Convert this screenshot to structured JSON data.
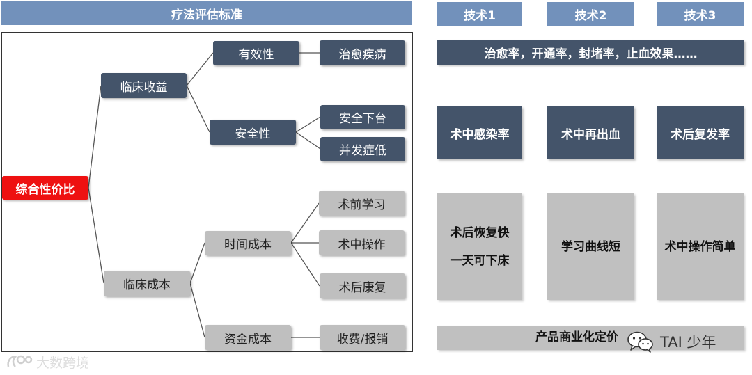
{
  "left_header": "疗法评估标准",
  "tree": {
    "root": "综合性价比",
    "clinical_benefit": {
      "label": "临床收益",
      "efficacy": {
        "label": "有效性",
        "children": [
          "治愈疾病"
        ]
      },
      "safety": {
        "label": "安全性",
        "children": [
          "安全下台",
          "并发症低"
        ]
      }
    },
    "clinical_cost": {
      "label": "临床成本",
      "time_cost": {
        "label": "时间成本",
        "children": [
          "术前学习",
          "术中操作",
          "术后康复"
        ]
      },
      "money_cost": {
        "label": "资金成本",
        "children": [
          "收费/报销"
        ]
      }
    }
  },
  "tech_headers": [
    "技术1",
    "技术2",
    "技术3"
  ],
  "efficacy_metrics": "治愈率，开通率，封堵率，止血效果……",
  "safety_row": [
    "术中感染率",
    "术中再出血",
    "术后复发率"
  ],
  "time_row": [
    {
      "lines": [
        "术后恢复快",
        "一天可下床"
      ]
    },
    {
      "lines": [
        "学习曲线短"
      ]
    },
    {
      "lines": [
        "术中操作简单"
      ]
    }
  ],
  "commercial": "产品商业化定价",
  "watermark_right": "TAI 少年",
  "watermark_left": "大数跨境",
  "colors": {
    "header_blue": "#7291bb",
    "dark_node": "#44546a",
    "grey_node": "#bfbfbf",
    "root_red": "#ee1111"
  },
  "icons": [
    "wechat-icon",
    "brand-logo-icon"
  ]
}
